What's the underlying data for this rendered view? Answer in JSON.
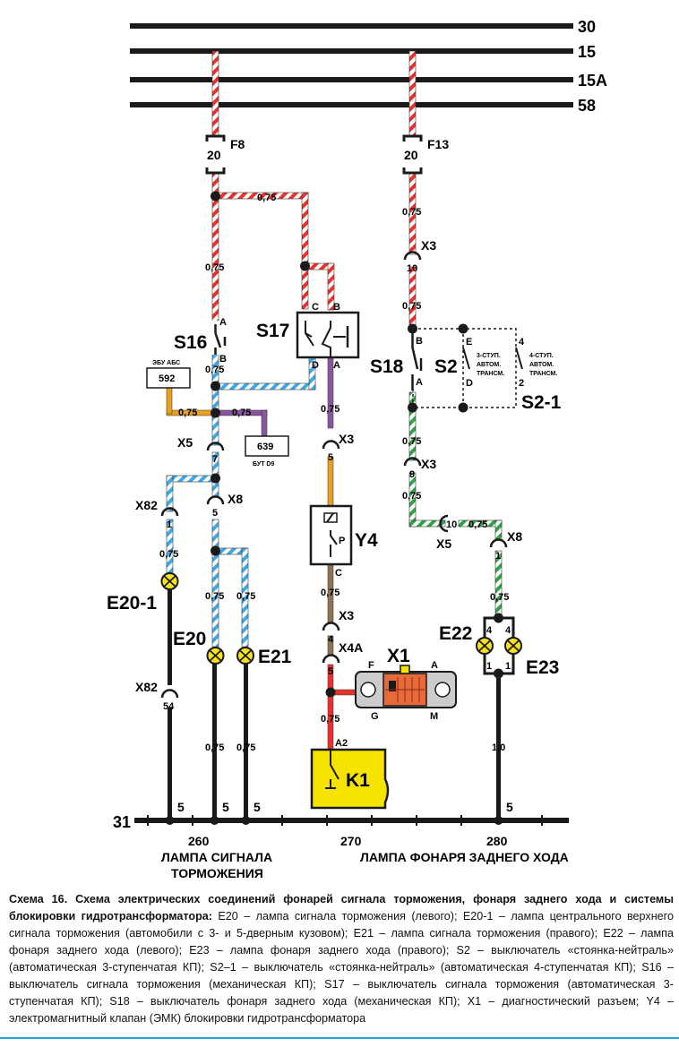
{
  "bus_labels": [
    "30",
    "15",
    "15A",
    "58"
  ],
  "ground_label": "31",
  "colors": {
    "red": "#e8322d",
    "blue": "#3fa9e6",
    "green": "#33a34a",
    "violet": "#8a55a0",
    "orange": "#e8a020",
    "brown": "#8b7355",
    "yellow": "#f7e300",
    "lamp": "#f5e41a",
    "connector": "#e66a3a"
  },
  "fuses": {
    "f8": {
      "name": "F8",
      "rating": "20"
    },
    "f13": {
      "name": "F13",
      "rating": "20"
    }
  },
  "wire_labels": {
    "w075": "0,75",
    "w10": "1,0"
  },
  "components": {
    "s16": "S16",
    "s17": "S17",
    "s18": "S18",
    "s2": "S2",
    "s2_1": "S2-1",
    "y4": "Y4",
    "k1": "K1",
    "x1": "X1",
    "e20": "E20",
    "e20_1": "E20-1",
    "e21": "E21",
    "e22": "E22",
    "e23": "E23"
  },
  "connectors": {
    "x3": "X3",
    "x5": "X5",
    "x8": "X8",
    "x82": "X82",
    "x4a": "X4A"
  },
  "pins": {
    "p1": "1",
    "p2": "2",
    "p4": "4",
    "p5": "5",
    "p7": "7",
    "p9": "9",
    "p10": "10",
    "p54": "54",
    "a": "A",
    "b": "B",
    "c": "C",
    "d": "D",
    "e": "E",
    "f": "F",
    "g": "G",
    "m": "M",
    "p": "P",
    "a2": "A2"
  },
  "modules": {
    "ebu_abs_title": "ЭБУ АБС",
    "ebu_abs_pin": "592",
    "but_d9_pin": "639",
    "but_d9_title": "БУТ D9"
  },
  "s2_labels": {
    "auto3_l1": "3-СТУП.",
    "auto3_l2": "АВТОМ.",
    "auto3_l3": "ТРАНСМ.",
    "auto4_l1": "4-СТУП.",
    "auto4_l2": "АВТОМ.",
    "auto4_l3": "ТРАНСМ."
  },
  "scale": {
    "s260": "260",
    "s270": "270",
    "s280": "280"
  },
  "section_labels": {
    "brake_l1": "ЛАМПА СИГНАЛА",
    "brake_l2": "ТОРМОЖЕНИЯ",
    "reverse": "ЛАМПА ФОНАРЯ ЗАДНЕГО ХОДА"
  },
  "caption": {
    "title": "Схема 16. Схема электрических соединений фонарей сигнала торможения, фонаря заднего хода и системы блокировки гидротрансформатора:",
    "body": " E20 – лампа сигнала торможения (левого); E20-1 – лампа центрального верхнего сигнала торможения (автомобили с 3- и 5-дверным кузовом); E21 – лампа сигнала торможения (правого); E22 – лампа фонаря заднего хода (левого); E23 – лампа фонаря заднего хода (правого); S2 – выключатель «стоянка-нейтраль» (автоматическая 3-ступенчатая КП); S2–1 – выключатель «стоянка-нейтраль» (автоматическая 4-ступенчатая КП); S16 – выключатель сигнала торможения (механическая КП); S17 – выключатель сигнала торможения (автоматическая 3-ступенчатая КП); S18 – выключатель фонаря заднего хода (механическая КП); X1 – диагностический разъем; Y4 – электромагнитный клапан (ЭМК) блокировки гидротрансформатора"
  }
}
